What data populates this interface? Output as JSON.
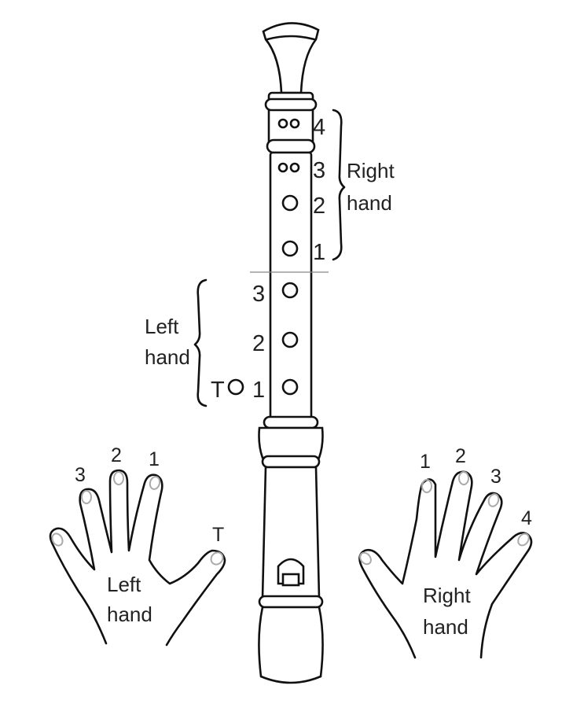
{
  "recorder": {
    "right_hand_brace": {
      "line1": "Right",
      "line2": "hand"
    },
    "left_hand_brace": {
      "line1": "Left",
      "line2": "hand"
    },
    "right_hand_holes": [
      "4",
      "3",
      "2",
      "1"
    ],
    "left_hand_holes": [
      "3",
      "2",
      "1"
    ],
    "thumb_hole": "T"
  },
  "left_hand": {
    "label_line1": "Left",
    "label_line2": "hand",
    "fingers": [
      "3",
      "2",
      "1",
      "T"
    ]
  },
  "right_hand": {
    "label_line1": "Right",
    "label_line2": "hand",
    "fingers": [
      "1",
      "2",
      "3",
      "4"
    ]
  }
}
